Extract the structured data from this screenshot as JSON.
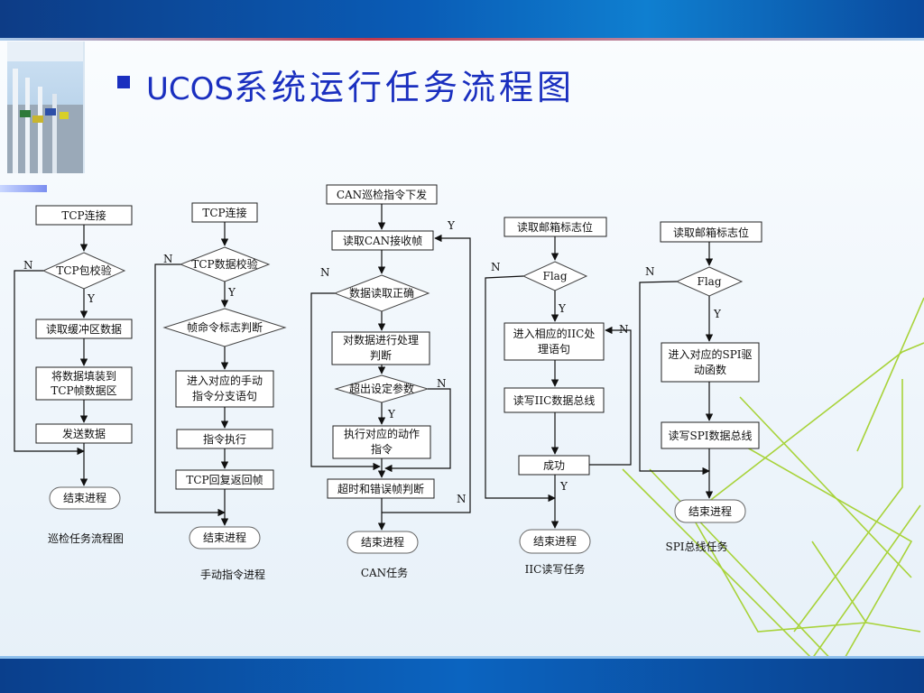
{
  "slide": {
    "title_prefix": "UCOS",
    "title_rest": "系统运行任务流程图"
  },
  "colors": {
    "title": "#1a2fbf",
    "band": "#0a5cb6",
    "deco_lines": "#a8d33a"
  },
  "flow1": {
    "start": "TCP连接",
    "check": "TCP包校验",
    "read": "读取缓冲区数据",
    "pack": [
      "将数据填装到",
      "TCP帧数据区"
    ],
    "send": "发送数据",
    "end": "结束进程",
    "caption": "巡检任务流程图",
    "label_n": "N",
    "label_y": "Y"
  },
  "flow2": {
    "start": "TCP连接",
    "check": "TCP数据校验",
    "judge": "帧命令标志判断",
    "enter": [
      "进入对应的手动",
      "指令分支语句"
    ],
    "exec": "指令执行",
    "reply": "TCP回复返回帧",
    "end": "结束进程",
    "caption": "手动指令进程",
    "label_n": "N",
    "label_y": "Y"
  },
  "flow3": {
    "top": "CAN巡检指令下发",
    "recv": "读取CAN接收帧",
    "ok": "数据读取正确",
    "process": [
      "对数据进行处理",
      "判断"
    ],
    "exceed": "超出设定参数",
    "act": [
      "执行对应的动作",
      "指令"
    ],
    "timeout": "超时和错误帧判断",
    "end": "结束进程",
    "caption": "CAN任务",
    "label_n1": "N",
    "label_n2": "N",
    "label_n3": "N",
    "label_y1": "Y",
    "label_y2": "Y"
  },
  "flow4": {
    "read": "读取邮箱标志位",
    "flag": "Flag",
    "enter": [
      "进入相应的IIC处",
      "理语句"
    ],
    "rw": "读写IIC数据总线",
    "success": "成功",
    "end": "结束进程",
    "caption": "IIC读写任务",
    "label_n1": "N",
    "label_n2": "N",
    "label_y1": "Y",
    "label_y2": "Y"
  },
  "flow5": {
    "read": "读取邮箱标志位",
    "flag": "Flag",
    "enter": [
      "进入对应的SPI驱",
      "动函数"
    ],
    "rw": "读写SPI数据总线",
    "end": "结束进程",
    "caption": "SPI总线任务",
    "label_n": "N",
    "label_y": "Y"
  }
}
